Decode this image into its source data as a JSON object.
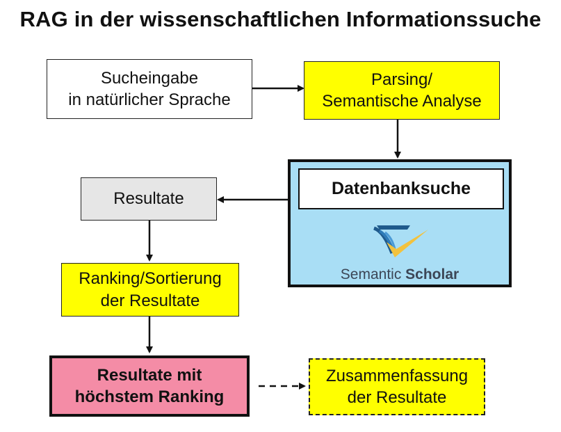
{
  "title": "RAG in der wissenschaftlichen Informationssuche",
  "boxes": {
    "input": [
      "Sucheingabe",
      "in natürlicher Sprache"
    ],
    "parsing": [
      "Parsing/",
      "Semantische Analyse"
    ],
    "database": "Datenbanksuche",
    "results": "Resultate",
    "ranking": [
      "Ranking/Sortierung",
      "der Resultate"
    ],
    "top_results": [
      "Resultate mit",
      "höchstem Ranking"
    ],
    "summary": [
      "Zusammenfassung",
      "der Resultate"
    ]
  },
  "logo": {
    "word1": "Semantic",
    "word2": "Scholar",
    "icon": "semantic-scholar-logo"
  },
  "colors": {
    "yellow": "#ffff00",
    "grey": "#e6e6e6",
    "pink": "#f48ca6",
    "light_blue": "#a9def5",
    "logo_blue": "#1f5a8c",
    "logo_gold": "#f2c23e"
  }
}
